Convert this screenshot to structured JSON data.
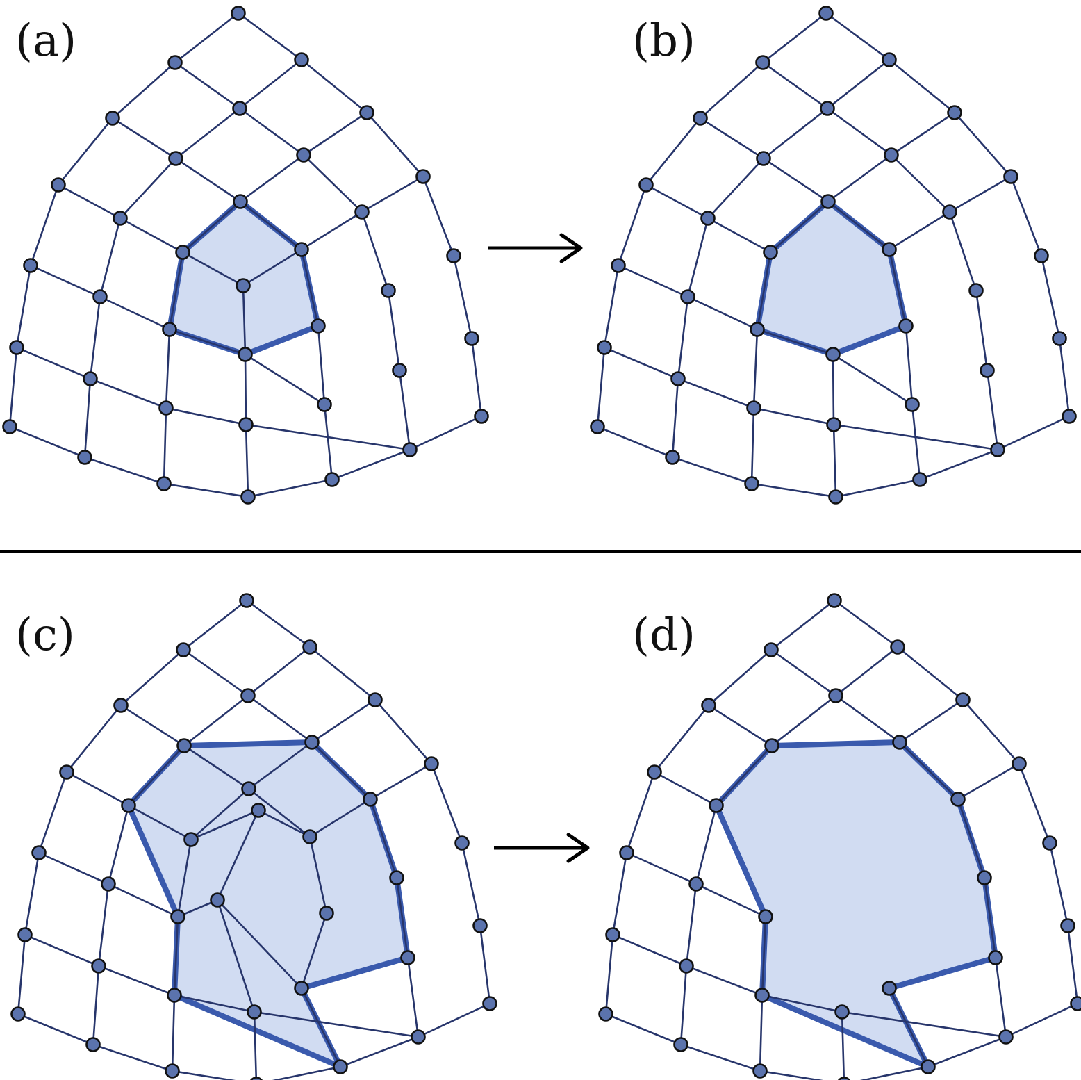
{
  "labels": {
    "a": "(a)",
    "b": "(b)",
    "c": "(c)",
    "d": "(d)"
  },
  "colors": {
    "edge": "#27356b",
    "vertex_fill": "#5b73ad",
    "vertex_stroke": "#111111",
    "region_fill": "#d1dcf2",
    "region_stroke": "#3a5aad",
    "arrow": "#000000",
    "divider": "#000000"
  }
}
